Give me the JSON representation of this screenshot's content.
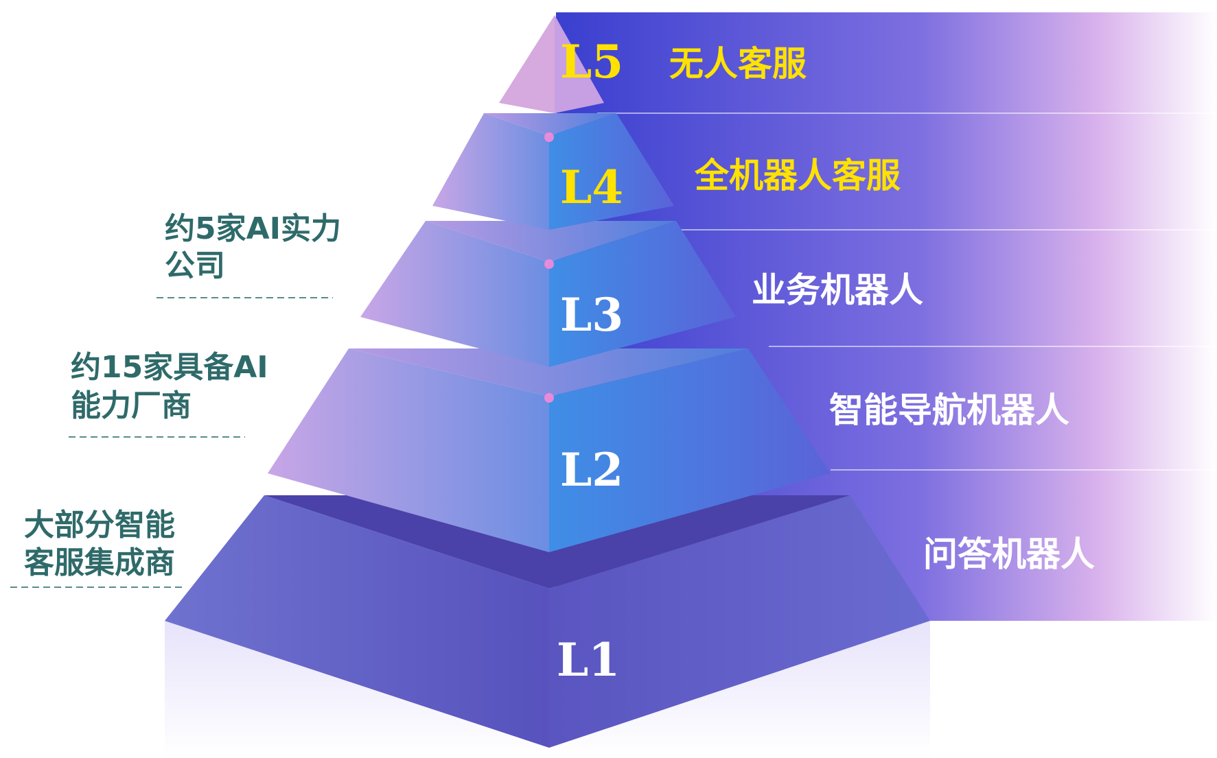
{
  "colors": {
    "highlight_text": "#ffe200",
    "normal_text": "#ffffff",
    "side_note_text": "#2f6a6a",
    "banner_dark": "#3a3fcf",
    "banner_light": "#f3e6fb"
  },
  "levels": [
    {
      "code": "L5",
      "name": "无人客服",
      "highlighted": true
    },
    {
      "code": "L4",
      "name": "全机器人客服",
      "highlighted": true
    },
    {
      "code": "L3",
      "name": "业务机器人",
      "highlighted": false
    },
    {
      "code": "L2",
      "name": "智能导航机器人",
      "highlighted": false
    },
    {
      "code": "L1",
      "name": "问答机器人",
      "highlighted": false
    }
  ],
  "side_notes": [
    {
      "lines": [
        "约5家AI实力",
        "公司"
      ]
    },
    {
      "lines": [
        "约15家具备AI",
        "能力厂商"
      ]
    },
    {
      "lines": [
        "大部分智能",
        "客服集成商"
      ]
    }
  ]
}
